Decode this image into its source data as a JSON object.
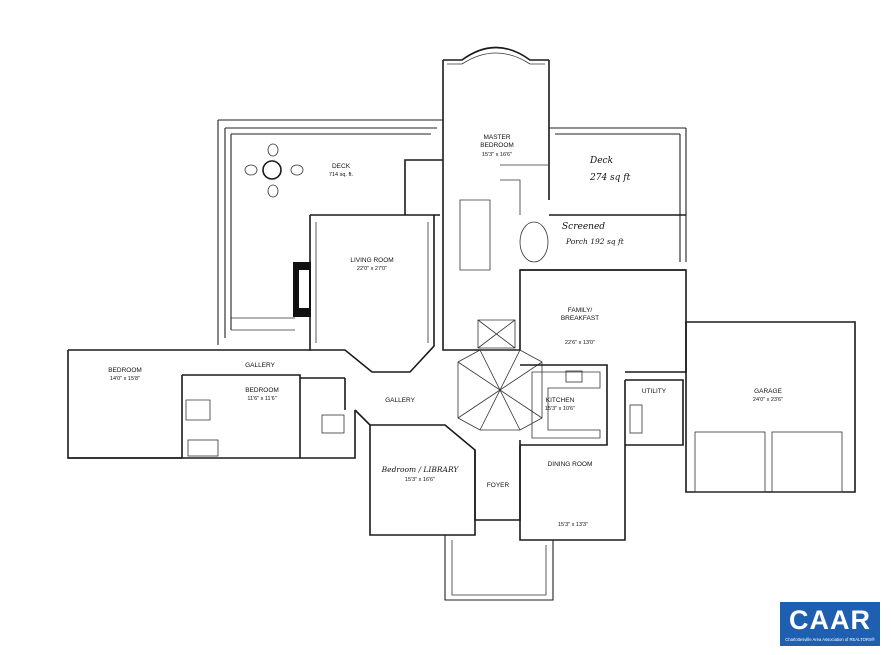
{
  "rooms": {
    "master_bedroom": {
      "name_line1": "MASTER",
      "name_line2": "BEDROOM",
      "dims": "15'3\" x 16'6\""
    },
    "deck_left": {
      "name": "DECK",
      "area": "714 sq. ft."
    },
    "deck_right": {
      "name": "Deck",
      "area": "274 sq ft"
    },
    "screened_porch": {
      "line1": "Screened",
      "line2": "Porch 192 sq ft"
    },
    "living_room": {
      "name": "LIVING ROOM",
      "dims": "22'0\" x 27'0\""
    },
    "family_breakfast": {
      "line1": "FAMILY/",
      "line2": "BREAKFAST",
      "dims": "22'6\" x 13'0\""
    },
    "garage": {
      "name": "GARAGE",
      "dims": "24'0\" x 23'6\""
    },
    "bedroom_left": {
      "name": "BEDROOM",
      "dims": "14'0\" x 15'8\""
    },
    "bedroom_middle": {
      "name": "BEDROOM",
      "dims": "11'6\" x 11'6\""
    },
    "gallery_upper": {
      "name": "GALLERY"
    },
    "gallery_lower": {
      "name": "GALLERY"
    },
    "kitchen": {
      "name": "KITCHEN",
      "dims": "15'3\" x 10'6\""
    },
    "utility": {
      "name": "UTILITY"
    },
    "bedroom_library": {
      "name": "Bedroom / LIBRARY",
      "dims": "15'3\" x 16'6\""
    },
    "foyer": {
      "name": "FOYER"
    },
    "dining_room": {
      "name": "DINING ROOM",
      "dims": "15'3\" x 13'3\""
    }
  },
  "logo": {
    "text": "CAAR",
    "subtext": "Charlottesville Area Association of REALTORS®",
    "color": "#1f5fb0"
  }
}
